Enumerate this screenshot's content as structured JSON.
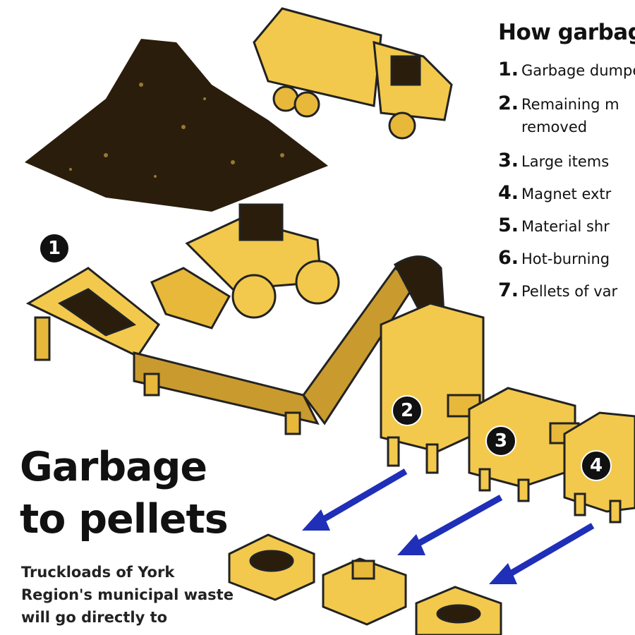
{
  "sidebar": {
    "title": "How garbage",
    "steps": [
      {
        "num": "1.",
        "text": "Garbage dumped"
      },
      {
        "num": "2.",
        "text": "Remaining m\nremoved"
      },
      {
        "num": "3.",
        "text": "Large items"
      },
      {
        "num": "4.",
        "text": "Magnet extr"
      },
      {
        "num": "5.",
        "text": "Material shr"
      },
      {
        "num": "6.",
        "text": "Hot-burning"
      },
      {
        "num": "7.",
        "text": "Pellets of var"
      }
    ]
  },
  "headline": {
    "line1": "Garbage",
    "line2": "to pellets"
  },
  "blurb": "Truckloads of York Region's municipal waste will go directly to",
  "badges": [
    "1",
    "2",
    "3",
    "4"
  ],
  "colors": {
    "machine": "#f2c94c",
    "machine_dark": "#b8891a",
    "arrow": "#1f2fb8",
    "garbage": "#2a1d0c"
  }
}
